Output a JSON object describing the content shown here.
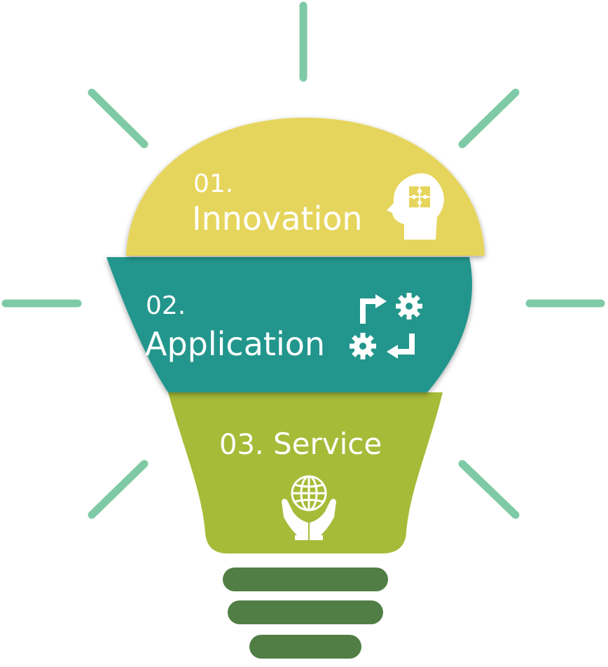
{
  "colors": {
    "ray": "#7fcaa6",
    "section_1": "#e6d55c",
    "section_2": "#22968c",
    "section_3": "#a6bb38",
    "base": "#507e45",
    "text": "#ffffff"
  },
  "sections": [
    {
      "number": "01.",
      "label": "Innovation",
      "icon": "head-puzzle-icon"
    },
    {
      "number": "02.",
      "label": "Application",
      "icon": "gears-arrows-icon"
    },
    {
      "number": "03.",
      "label": "Service",
      "icon": "hands-globe-icon"
    }
  ]
}
